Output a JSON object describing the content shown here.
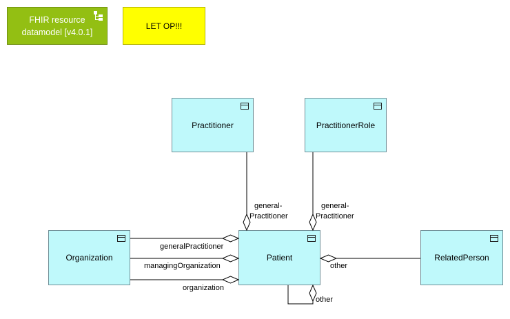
{
  "notes": {
    "datamodel": "FHIR resource\ndatamodel [v4.0.1]",
    "warning": "LET OP!!!"
  },
  "classes": {
    "practitioner": "Practitioner",
    "practitioner_role": "PractitionerRole",
    "organization": "Organization",
    "patient": "Patient",
    "related_person": "RelatedPerson"
  },
  "associations": {
    "practitioner_to_patient": [
      "general-",
      "Practitioner"
    ],
    "practitioner_role_to_patient": [
      "general-",
      "Practitioner"
    ],
    "org_general_practitioner": "generalPractitioner",
    "org_managing_organization": "managingOrganization",
    "org_organization": "organization",
    "related_person_other": "other",
    "patient_self_other": "other"
  },
  "colors": {
    "class_fill": "#bff9fb",
    "class_border": "#6f8e96",
    "note_green": "#93bf13",
    "note_yellow": "#ffff00"
  }
}
